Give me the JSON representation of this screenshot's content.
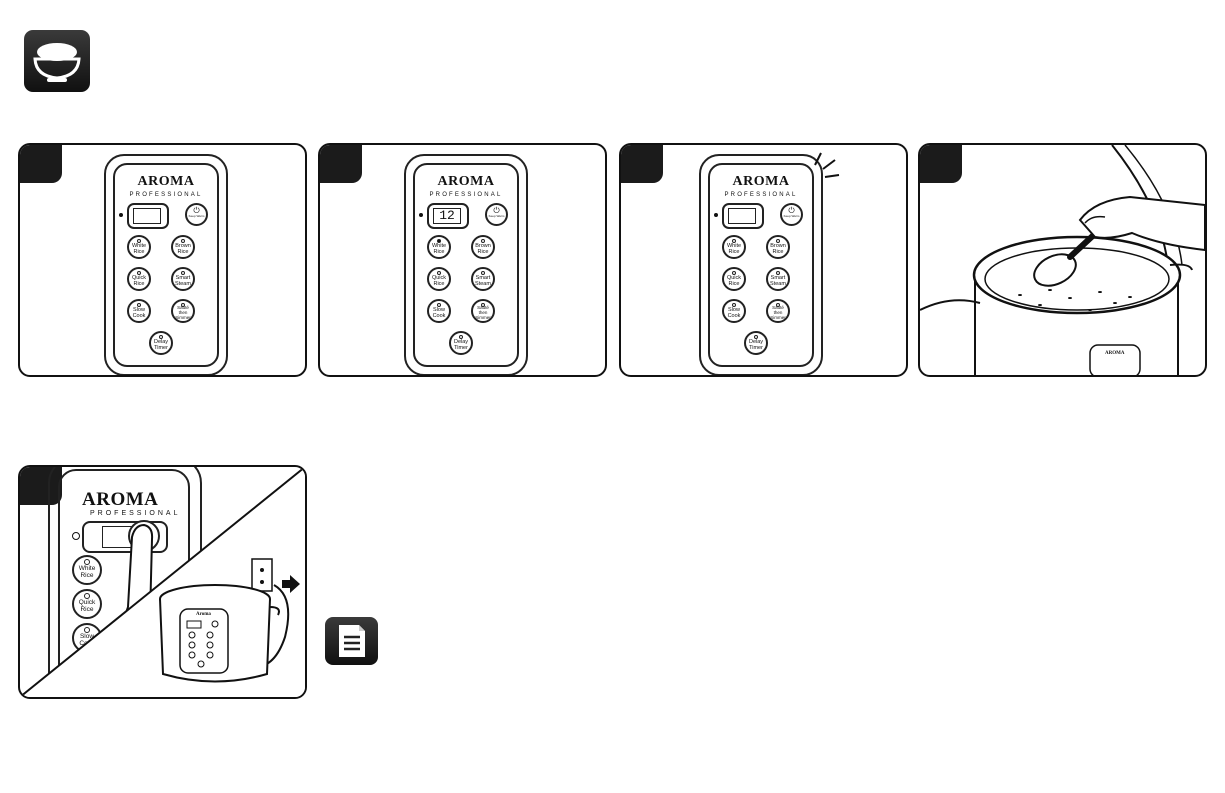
{
  "remote": {
    "brand": "AROMA",
    "subbrand": "PROFESSIONAL",
    "keep_warm": "Keep Warm",
    "power_sub": "Keep Warm",
    "buttons": {
      "white_rice": "White\nRice",
      "brown_rice": "Brown\nRice",
      "quick_rice": "Quick\nRice",
      "smart_steam": "Smart\nSteam",
      "slow_cook": "Slow\nCook",
      "saute_simmer": "Sauté\nthen\nSimmer",
      "delay_timer": "Delay\nTimer"
    }
  },
  "step2": {
    "display_value": "12"
  },
  "step4": {
    "cooker_brand": "AROMA"
  },
  "step5": {
    "cooker_brand": "Aroma"
  },
  "icons": {
    "header": "rice-bowl-icon",
    "note": "note-document-icon"
  }
}
